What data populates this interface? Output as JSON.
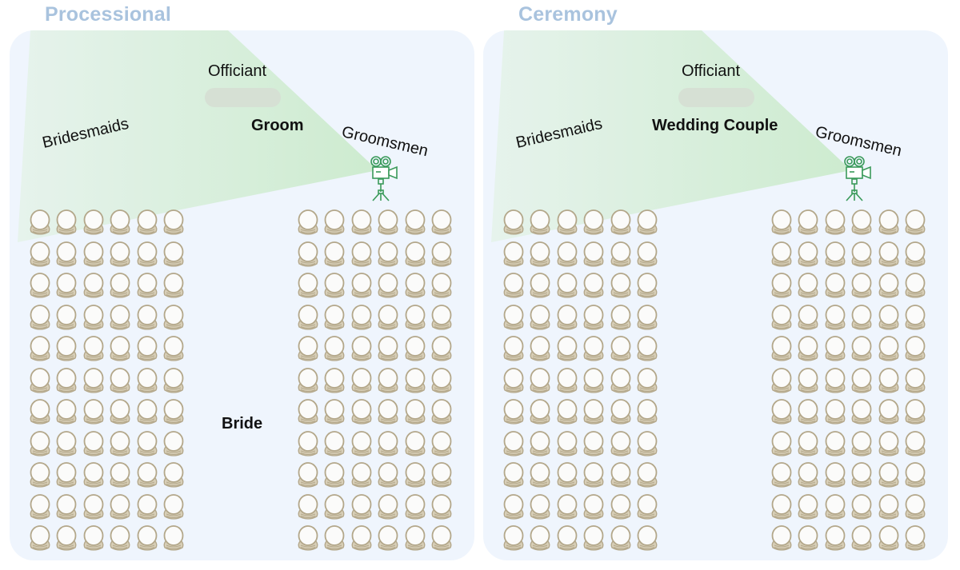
{
  "panels": [
    {
      "id": "processional",
      "title": "Processional",
      "labels": {
        "officiant": "Officiant",
        "center": "Groom",
        "bridesmaids": "Bridesmaids",
        "groomsmen": "Groomsmen",
        "aisle": "Bride"
      }
    },
    {
      "id": "ceremony",
      "title": "Ceremony",
      "labels": {
        "officiant": "Officiant",
        "center": "Wedding Couple",
        "bridesmaids": "Bridesmaids",
        "groomsmen": "Groomsmen",
        "aisle": ""
      }
    }
  ],
  "seating": {
    "rows": 11,
    "cols_per_side": 6
  },
  "icons": {
    "camera": "video-camera-on-tripod-icon",
    "chair": "round-chair-icon"
  },
  "colors": {
    "title": "#a9c3de",
    "panel_bg": "#eff5fd",
    "camera_view": "#cfeccf",
    "camera_stroke": "#3a9a5a",
    "chair_stroke": "#b3a78a",
    "chair_fill": "#fbfbfa",
    "altar": "#d6e0d4"
  }
}
